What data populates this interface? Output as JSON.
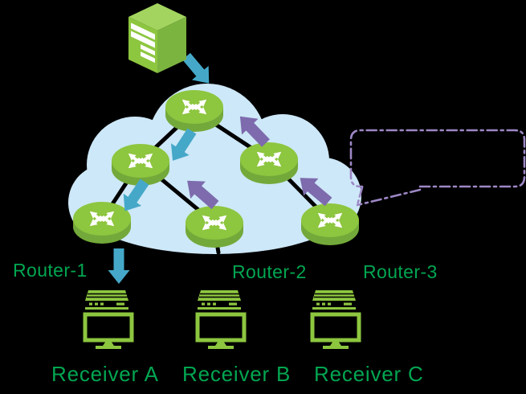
{
  "diagram_type": "multicast-network-topology",
  "colors": {
    "bg": "#000000",
    "cloud": "#cde8f8",
    "green": "#8dc63f",
    "green_dark": "#73a93a",
    "green_top": "#a2d45f",
    "green_side": "#7cb440",
    "teal": "#45a8c8",
    "purple": "#7d6bad",
    "callout": "#9d87c5",
    "text_green": "#00a651",
    "line": "#000000"
  },
  "labels": {
    "router1": "Router-1",
    "router2": "Router-2",
    "router3": "Router-3",
    "receiverA": "Receiver A",
    "receiverB": "Receiver B",
    "receiverC": "Receiver C"
  },
  "callout": {
    "text": ""
  },
  "icons": {
    "server": "multicast-source-server-icon",
    "router": "router-icon",
    "receiver": "set-top-box-monitor-icon",
    "cloud": "network-cloud",
    "downstream_arrow": "teal-downstream-flow-arrow",
    "upstream_arrow": "purple-upstream-join-arrow"
  },
  "flows": {
    "downstream": {
      "color": "#45a8c8",
      "count": 4,
      "direction": "source-to-receivers"
    },
    "upstream": {
      "color": "#7d6bad",
      "count": 3,
      "direction": "receivers-to-source"
    }
  }
}
